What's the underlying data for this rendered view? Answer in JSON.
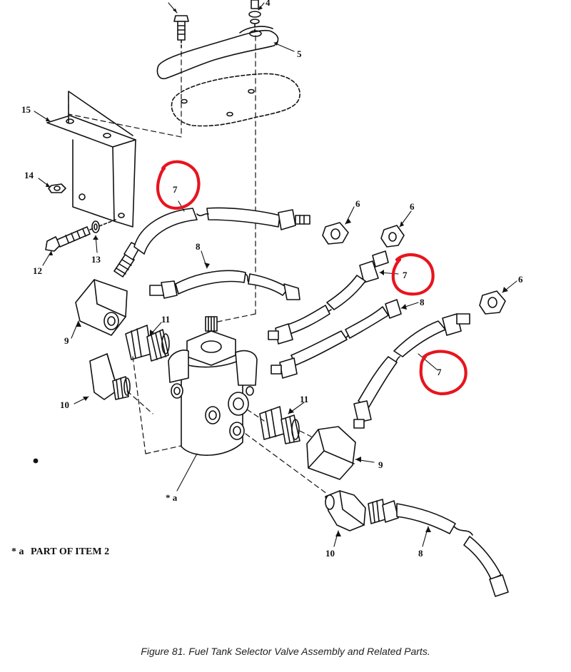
{
  "figure": {
    "caption": "Figure 81.  Fuel Tank Selector Valve Assembly and Related Parts.",
    "note_symbol": "* a",
    "note_text": "PART OF ITEM 2",
    "valve_label": "* a"
  },
  "callouts": [
    {
      "id": "c4",
      "text": "4"
    },
    {
      "id": "c5",
      "text": "5"
    },
    {
      "id": "c15",
      "text": "15"
    },
    {
      "id": "c14",
      "text": "14"
    },
    {
      "id": "c12",
      "text": "12"
    },
    {
      "id": "c13",
      "text": "13"
    },
    {
      "id": "c7a",
      "text": "7"
    },
    {
      "id": "c6a",
      "text": "6"
    },
    {
      "id": "c6b",
      "text": "6"
    },
    {
      "id": "c7b",
      "text": "7"
    },
    {
      "id": "c8a",
      "text": "8"
    },
    {
      "id": "c8b",
      "text": "8"
    },
    {
      "id": "c6c",
      "text": "6"
    },
    {
      "id": "c7c",
      "text": "7"
    },
    {
      "id": "c9a",
      "text": "9"
    },
    {
      "id": "c11a",
      "text": "11"
    },
    {
      "id": "c10a",
      "text": "10"
    },
    {
      "id": "c11b",
      "text": "11"
    },
    {
      "id": "c9b",
      "text": "9"
    },
    {
      "id": "c10b",
      "text": "10"
    },
    {
      "id": "c8c",
      "text": "8"
    }
  ],
  "colors": {
    "line": "#111111",
    "annotation_circle": "#e8141e",
    "background": "#ffffff"
  }
}
